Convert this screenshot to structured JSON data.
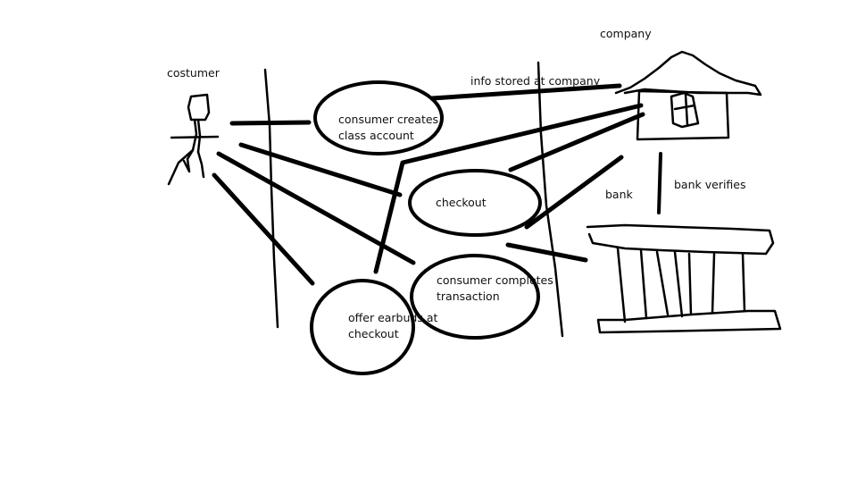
{
  "labels": {
    "actor_customer": "costumer",
    "actor_company": "company",
    "actor_bank": "bank",
    "bank_verifies": "bank verifies",
    "info_stored": "info stored at company"
  },
  "use_cases": {
    "create_account": [
      "consumer creates",
      "class account"
    ],
    "checkout": [
      "checkout"
    ],
    "complete_transaction": [
      "consumer completes",
      "transaction"
    ],
    "offer_earbuds": [
      "offer earbuds at",
      "checkout"
    ]
  }
}
